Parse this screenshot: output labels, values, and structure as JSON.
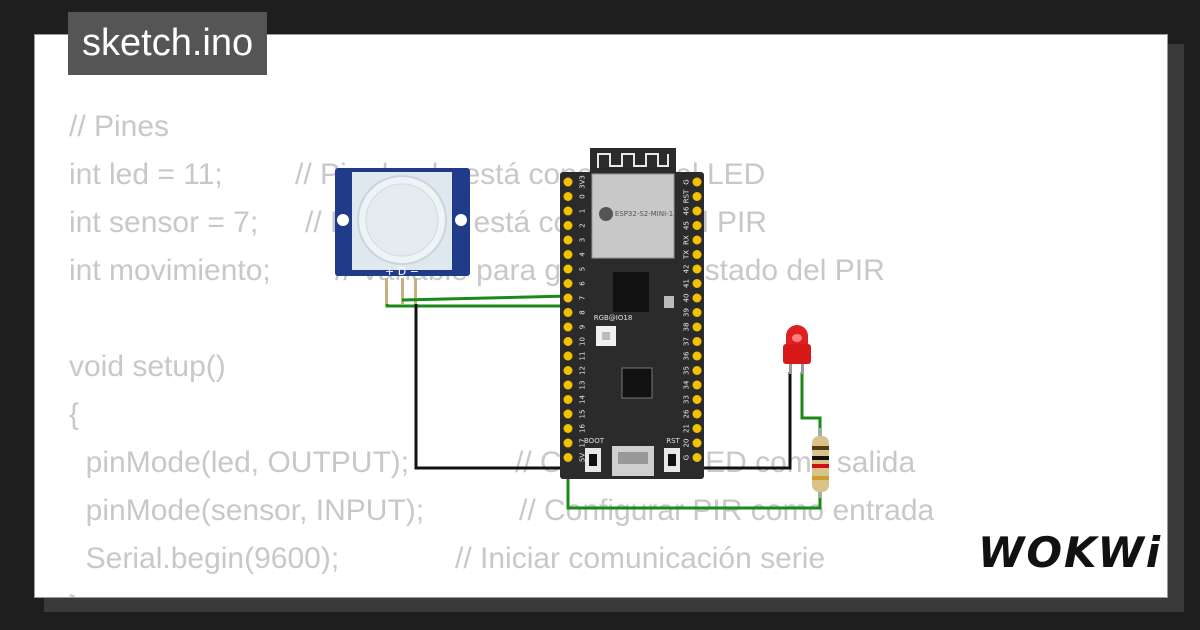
{
  "file_tab": {
    "label": "sketch.ino"
  },
  "code_lines": [
    {
      "code": "// Pines",
      "comment": ""
    },
    {
      "code": "int led = 11;",
      "comment": "// Pin donde está conectado el LED"
    },
    {
      "code": "int sensor = 7;",
      "comment": "// Pin donde está conectado el PIR"
    },
    {
      "code": "int movimiento;",
      "comment": "// Variable para guardar el estado del PIR"
    },
    {
      "code": "",
      "comment": ""
    },
    {
      "code": "void setup()",
      "comment": ""
    },
    {
      "code": "{",
      "comment": ""
    },
    {
      "code": "  pinMode(led, OUTPUT);",
      "comment": "// Configurar LED como salida"
    },
    {
      "code": "  pinMode(sensor, INPUT);",
      "comment": "// Configurar PIR como entrada"
    },
    {
      "code": "  Serial.begin(9600);",
      "comment": "// Iniciar comunicación serie"
    },
    {
      "code": "}",
      "comment": ""
    }
  ],
  "board": {
    "module_label": "ESP32-S2-MINI-1",
    "rgb_label": "RGB@IO18",
    "boot_label": "BOOT",
    "rst_label": "RST",
    "left_pins": [
      "3V3",
      "0",
      "1",
      "2",
      "3",
      "4",
      "5",
      "6",
      "7",
      "8",
      "9",
      "10",
      "11",
      "12",
      "13",
      "14",
      "15",
      "16",
      "17",
      "5V"
    ],
    "right_pins": [
      "G",
      "RST",
      "46",
      "45",
      "RX",
      "TX",
      "42",
      "41",
      "40",
      "39",
      "38",
      "37",
      "36",
      "35",
      "34",
      "33",
      "26",
      "21",
      "20",
      "G"
    ]
  },
  "pir": {
    "pin_labels": "+ D −"
  },
  "logo": {
    "text": "WOKWi"
  },
  "colors": {
    "wire_green": "#1a8a1a",
    "wire_black": "#111111",
    "board": "#2b2b2b",
    "pin": "#f2c200",
    "pir": "#1f3b8a",
    "led": "#e02020"
  }
}
